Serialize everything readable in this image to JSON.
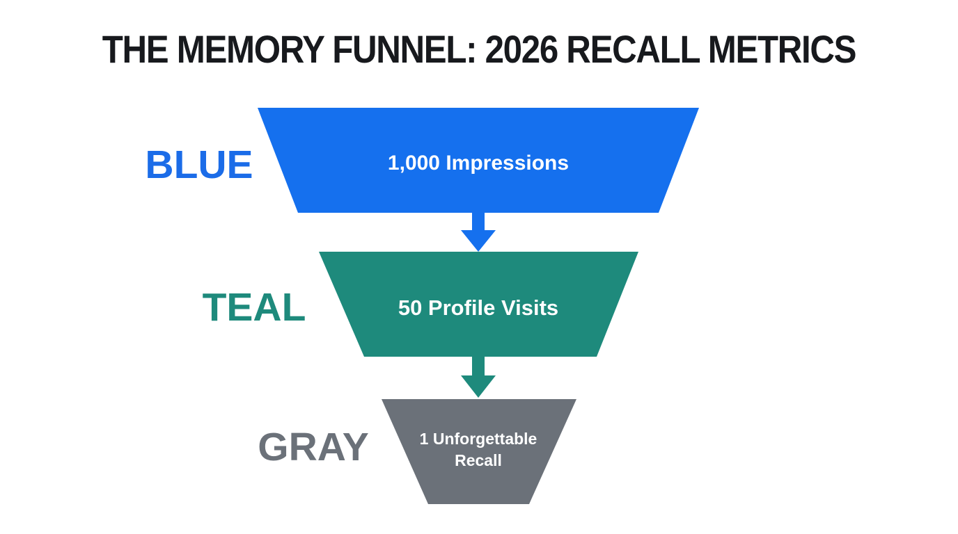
{
  "title": "THE MEMORY FUNNEL: 2026 RECALL METRICS",
  "colors": {
    "background": "#ffffff",
    "title_text": "#17191d",
    "blue": "#1570ee",
    "teal": "#1e8a7c",
    "gray": "#6b7179",
    "stage_value_text": "#ffffff"
  },
  "funnel": {
    "stages": [
      {
        "label": "BLUE",
        "value_text": "1,000 Impressions",
        "color": "#1570ee",
        "count": 1000
      },
      {
        "label": "TEAL",
        "value_text": "50 Profile Visits",
        "color": "#1e8a7c",
        "count": 50
      },
      {
        "label": "GRAY",
        "value_text": "1 Unforgettable Recall",
        "line1": "1 Unforgettable",
        "line2": "Recall",
        "color": "#6b7179",
        "count": 1
      }
    ]
  },
  "chart_data": {
    "type": "funnel",
    "title": "THE MEMORY FUNNEL: 2026 RECALL METRICS",
    "categories": [
      "Impressions",
      "Profile Visits",
      "Unforgettable Recall"
    ],
    "values": [
      1000,
      50,
      1
    ],
    "stage_labels": [
      "BLUE",
      "TEAL",
      "GRAY"
    ],
    "stage_texts": [
      "1,000 Impressions",
      "50 Profile Visits",
      "1 Unforgettable Recall"
    ],
    "stage_colors": [
      "#1570ee",
      "#1e8a7c",
      "#6b7179"
    ],
    "orientation": "top-down",
    "legend": "none",
    "grid": false
  }
}
